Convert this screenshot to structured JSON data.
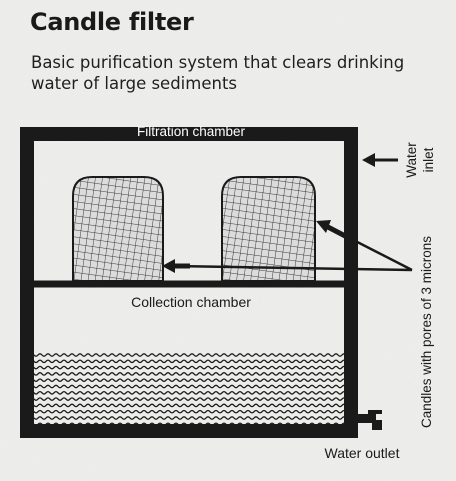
{
  "title": "Candle filter",
  "subtitle": "Basic purification system that clears drinking water of large sediments",
  "labels": {
    "filtration_chamber": "Filtration chamber",
    "collection_chamber": "Collection chamber",
    "water_inlet_line1": "Water",
    "water_inlet_line2": "inlet",
    "candles": "Candles with pores of 3 microns",
    "water_outlet": "Water outlet"
  },
  "colors": {
    "background": "#efefed",
    "ink": "#1a1a1a",
    "candle_fill": "#d6d6d6"
  }
}
